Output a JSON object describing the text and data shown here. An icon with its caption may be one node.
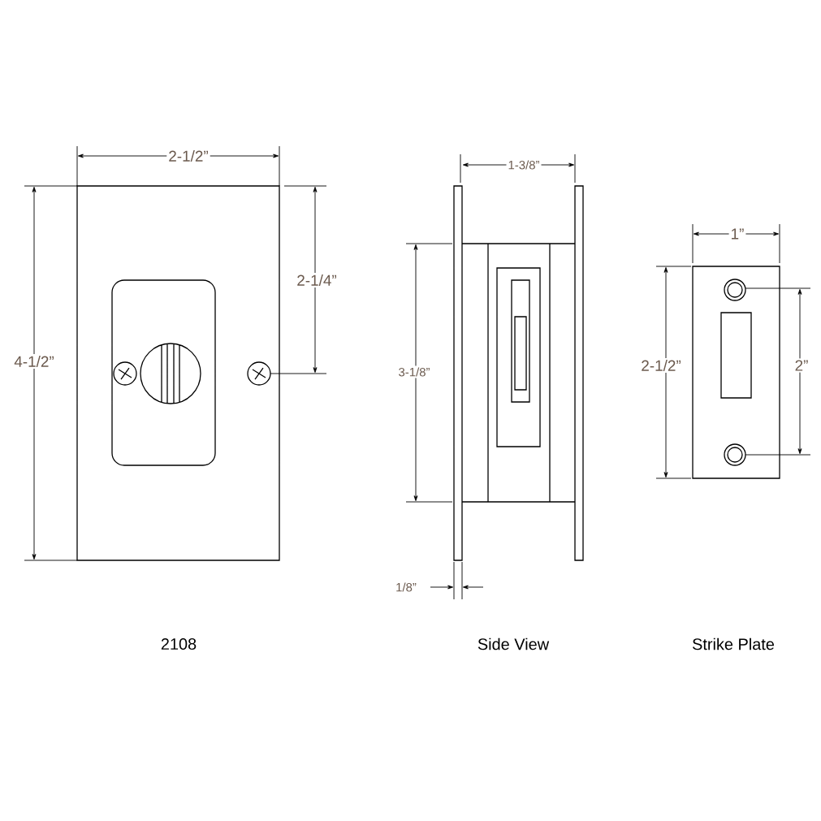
{
  "diagram": {
    "labels": [
      "2-1/2”",
      "4-1/2”",
      "2-1/4”",
      "1-3/8”",
      "3-1/8”",
      "1/8”",
      "1”",
      "2-1/2”",
      "2”",
      "2108",
      "Side View",
      "Strike Plate"
    ]
  }
}
